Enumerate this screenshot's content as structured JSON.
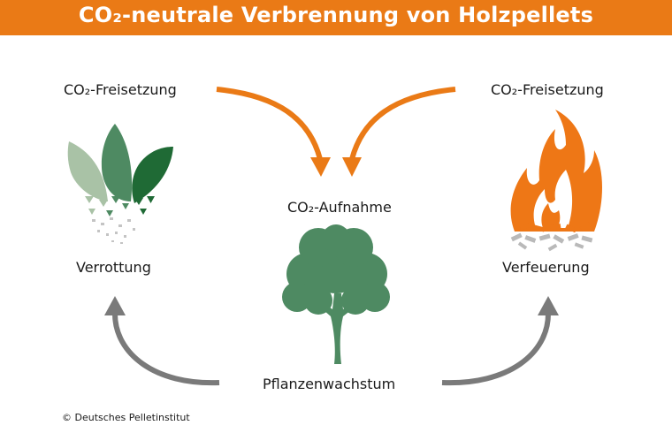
{
  "title": "CO₂-neutrale Verbrennung von Holzpellets",
  "labels": {
    "release_left": "CO₂-Freisetzung",
    "release_right": "CO₂-Freisetzung",
    "uptake": "CO₂-Aufnahme",
    "decay": "Verrottung",
    "combustion": "Verfeuerung",
    "growth": "Pflanzenwachstum"
  },
  "credit": "© Deutsches Pelletinstitut",
  "colors": {
    "banner": "#ea7a16",
    "arrow_orange": "#ea7a16",
    "arrow_gray": "#7a7a7a",
    "tree": "#4e8a62",
    "leaf_light": "#a9c2a6",
    "leaf_mid": "#4e8a62",
    "leaf_dark": "#1f6a35",
    "flame": "#ee7716",
    "ash_gray": "#b9b9b9"
  }
}
